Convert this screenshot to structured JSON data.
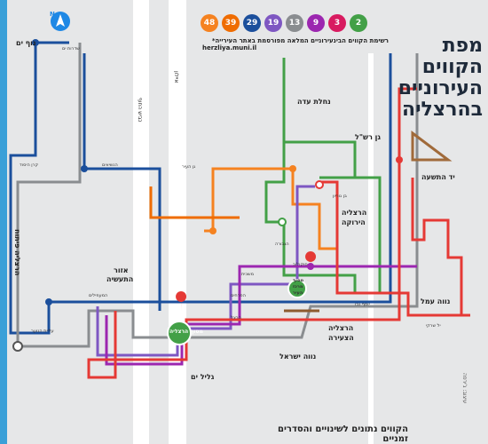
{
  "title": {
    "line1": "מפת",
    "line2": "הקווים",
    "line3": "העירוניים",
    "line4": "בהרצליה"
  },
  "footer": "הקווים נתונים לשינויים והסדרים זמניים",
  "notice_line1": "רשימת הקווים הבינעירוניים המלאה מפורסמת באתר העירייה*",
  "notice_line2": "herzliya.muni.il",
  "credit": "עיצוב: ג'ירפה",
  "compass_label": "N",
  "badges": [
    {
      "num": "48",
      "color": "#f58220"
    },
    {
      "num": "39",
      "color": "#ef6c00"
    },
    {
      "num": "29",
      "color": "#1b4f9c"
    },
    {
      "num": "19",
      "color": "#7e57c2"
    },
    {
      "num": "13",
      "color": "#8a8d90"
    },
    {
      "num": "9",
      "color": "#9c27b0"
    },
    {
      "num": "3",
      "color": "#d81b60"
    },
    {
      "num": "2",
      "color": "#43a047"
    }
  ],
  "areas": [
    {
      "id": "nof-yam",
      "text": "נוף ים"
    },
    {
      "id": "nahalat-ada",
      "text": "נחלת עדה"
    },
    {
      "id": "gan-rashal",
      "text": "גן רש\"ל"
    },
    {
      "id": "yad-hatishaa",
      "text": "יד התשעה"
    },
    {
      "id": "herzliya-pituach",
      "text": "הרצליה פיתוח"
    },
    {
      "id": "ezor-hataasia",
      "text": "אזור"
    },
    {
      "id": "ezor-hataasia2",
      "text": "התעשיה"
    },
    {
      "id": "herzliya-hayeruka",
      "text": "הרצליה"
    },
    {
      "id": "herzliya-hayeruka2",
      "text": "הירוקה"
    },
    {
      "id": "neve-amal",
      "text": "נווה עמל"
    },
    {
      "id": "herzliya-hatseira",
      "text": "הרצליה"
    },
    {
      "id": "herzliya-hatseira2",
      "text": "הצעירה"
    },
    {
      "id": "neve-israel",
      "text": "נווה ישראל"
    },
    {
      "id": "gail-yam",
      "text": "גליל ים"
    }
  ],
  "stations": {
    "central": "מסוף הרצליה",
    "rail1": "מסוף",
    "rail2": "מרכז",
    "rail3": "העיר"
  },
  "streets": [
    {
      "id": "sderot-ramat-yam",
      "text": "שדרות ים"
    },
    {
      "id": "hanasi",
      "text": "הנשיאים"
    },
    {
      "id": "kafri",
      "text": "קרן היסוד"
    },
    {
      "id": "haneviim",
      "text": "גן העיר"
    },
    {
      "id": "sokolov",
      "text": "סוקולוב"
    },
    {
      "id": "ben-gurion",
      "text": "בן גוריון"
    },
    {
      "id": "herzl",
      "text": "הרצל"
    },
    {
      "id": "hamaapilim",
      "text": "המעפילים"
    },
    {
      "id": "haprachim",
      "text": "הפרחים"
    },
    {
      "id": "yosef-nevo",
      "text": "יוסף נבו"
    },
    {
      "id": "hagevura",
      "text": "הגבורה"
    },
    {
      "id": "maskit",
      "text": "משכית"
    },
    {
      "id": "sirkin",
      "text": "יל שרקי"
    },
    {
      "id": "aliyat-hanoar",
      "text": "עליית הנוער"
    }
  ],
  "roads": {
    "coastal": "כביש החוף",
    "ayalon": "איילון"
  }
}
